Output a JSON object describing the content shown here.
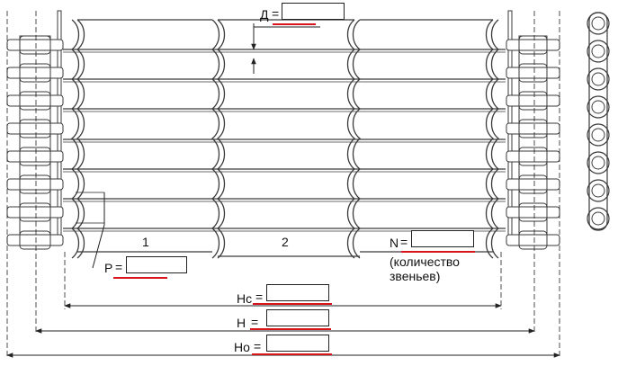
{
  "diagram": {
    "type": "wire mesh conveyor belt with side roller chains",
    "section_numbers": [
      "1",
      "2"
    ],
    "fields": {
      "D": {
        "label": "Д",
        "value": ""
      },
      "P": {
        "label": "P",
        "value": ""
      },
      "N": {
        "label": "N",
        "value": "",
        "note": "(количество\nзвеньев)"
      },
      "Hc": {
        "label": "Нс",
        "value": ""
      },
      "H": {
        "label": "Н",
        "value": ""
      },
      "Ho": {
        "label": "Но",
        "value": ""
      }
    },
    "colors": {
      "line": "#3a3a3a",
      "underline": "#d8141c"
    }
  }
}
